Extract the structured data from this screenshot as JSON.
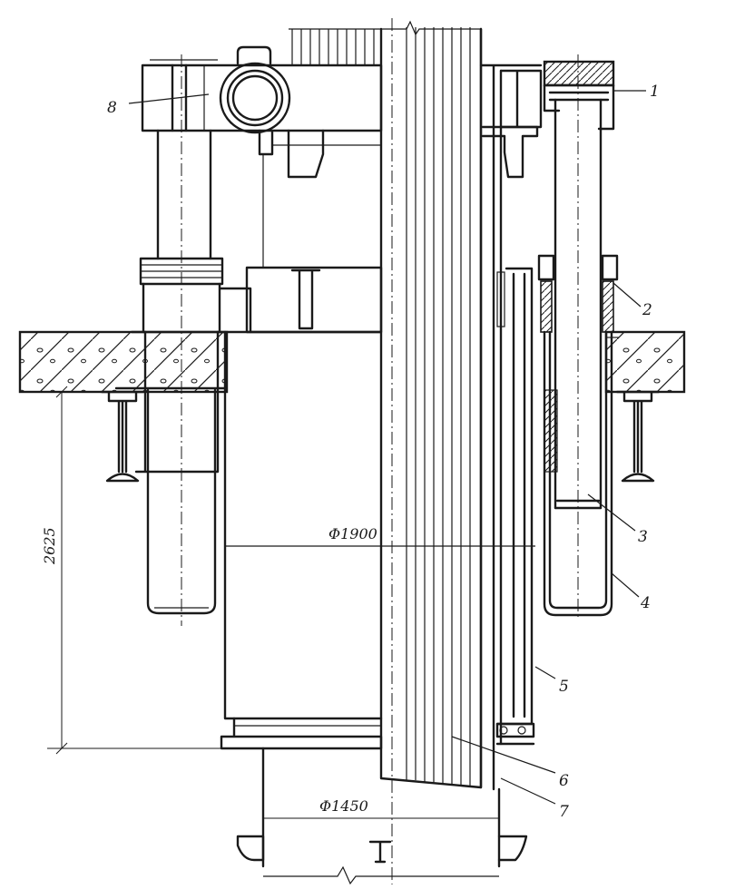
{
  "dimensions": {
    "d1900": "Φ1900",
    "d1450": "Φ1450",
    "h2625": "2625"
  },
  "callouts": [
    "1",
    "2",
    "3",
    "4",
    "5",
    "6",
    "7",
    "8"
  ],
  "colors": {
    "ink": "#1a1a1a",
    "paper": "#ffffff"
  }
}
